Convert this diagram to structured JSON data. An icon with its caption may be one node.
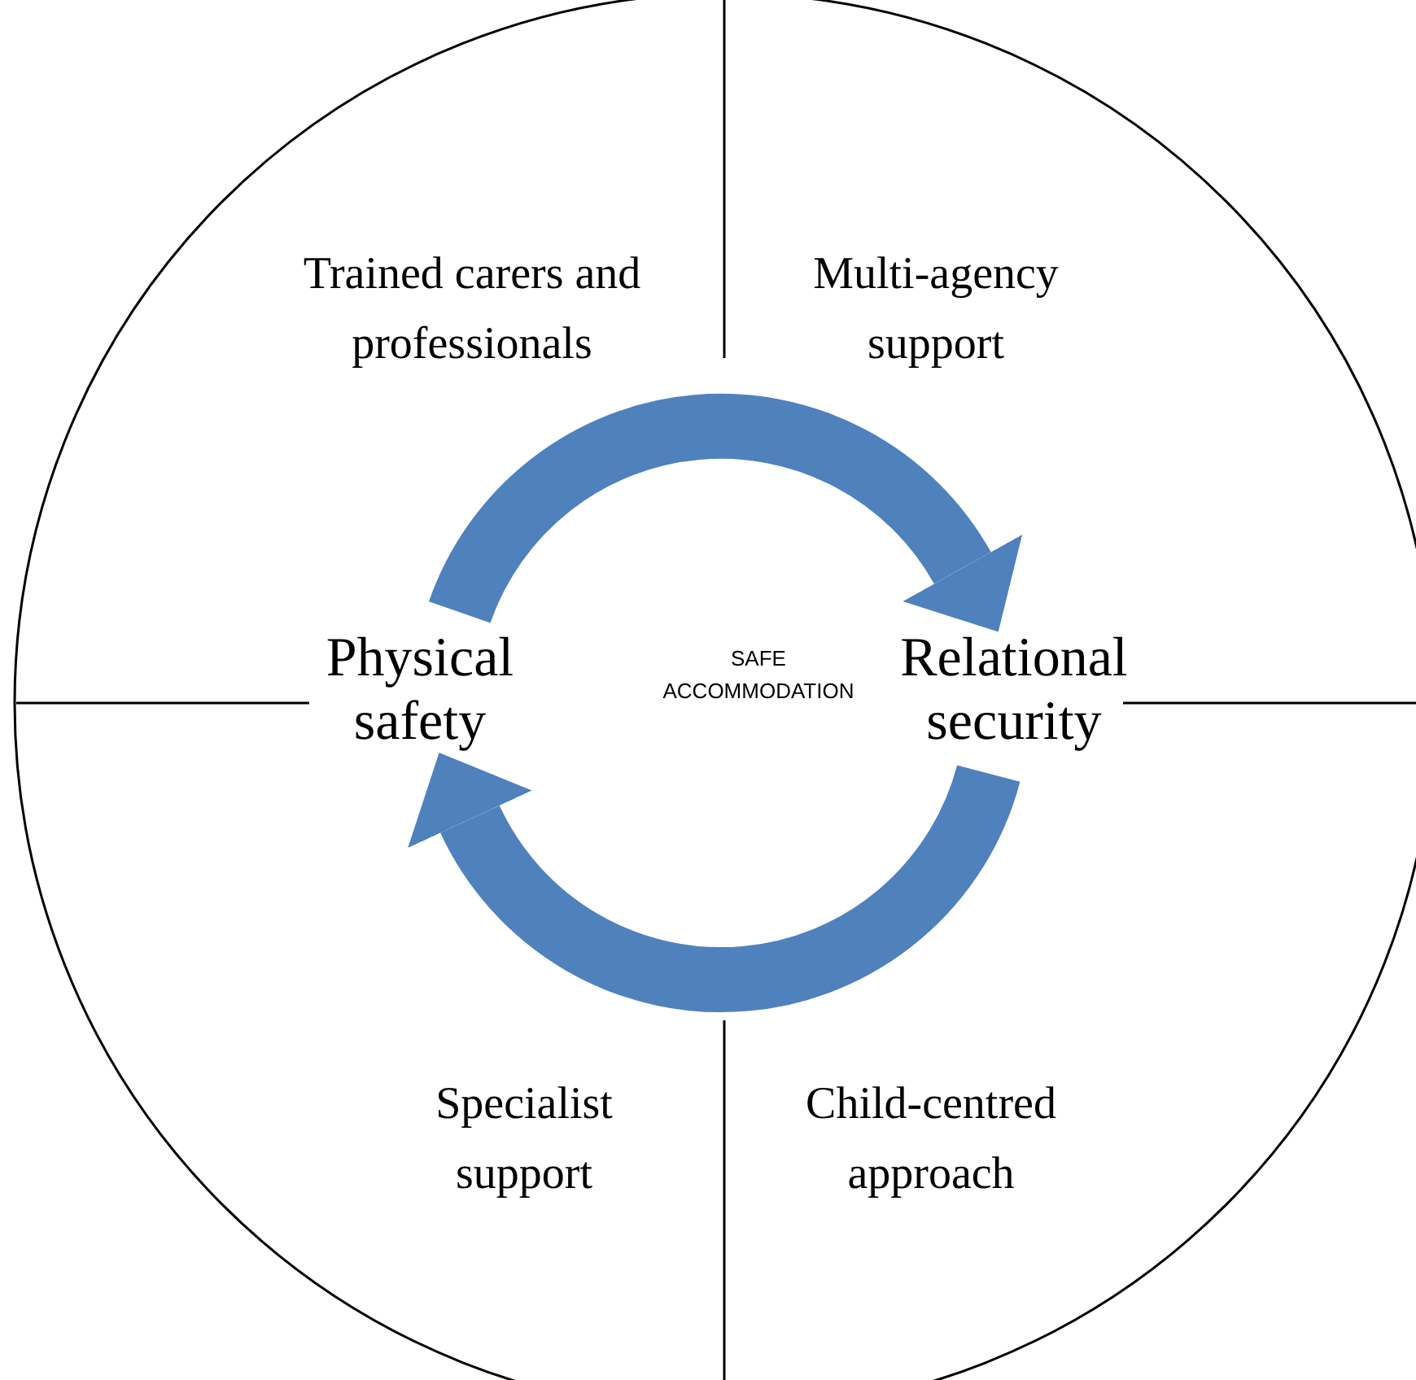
{
  "diagram": {
    "nodes": [
      {
        "text": [
          "Physical safety"
        ]
      },
      {
        "text": [
          "Relational security"
        ]
      }
    ],
    "edges": [
      {
        "from": 0,
        "to": 1,
        "arrow": "to"
      },
      {
        "from": 1,
        "to": 0,
        "arrow": "to"
      }
    ],
    "labels": [
      "Trained carers and professionals",
      "Multi-agency support",
      "SAFE ACCOMMODATION",
      "Specialist support",
      "Child-centred approach"
    ]
  }
}
